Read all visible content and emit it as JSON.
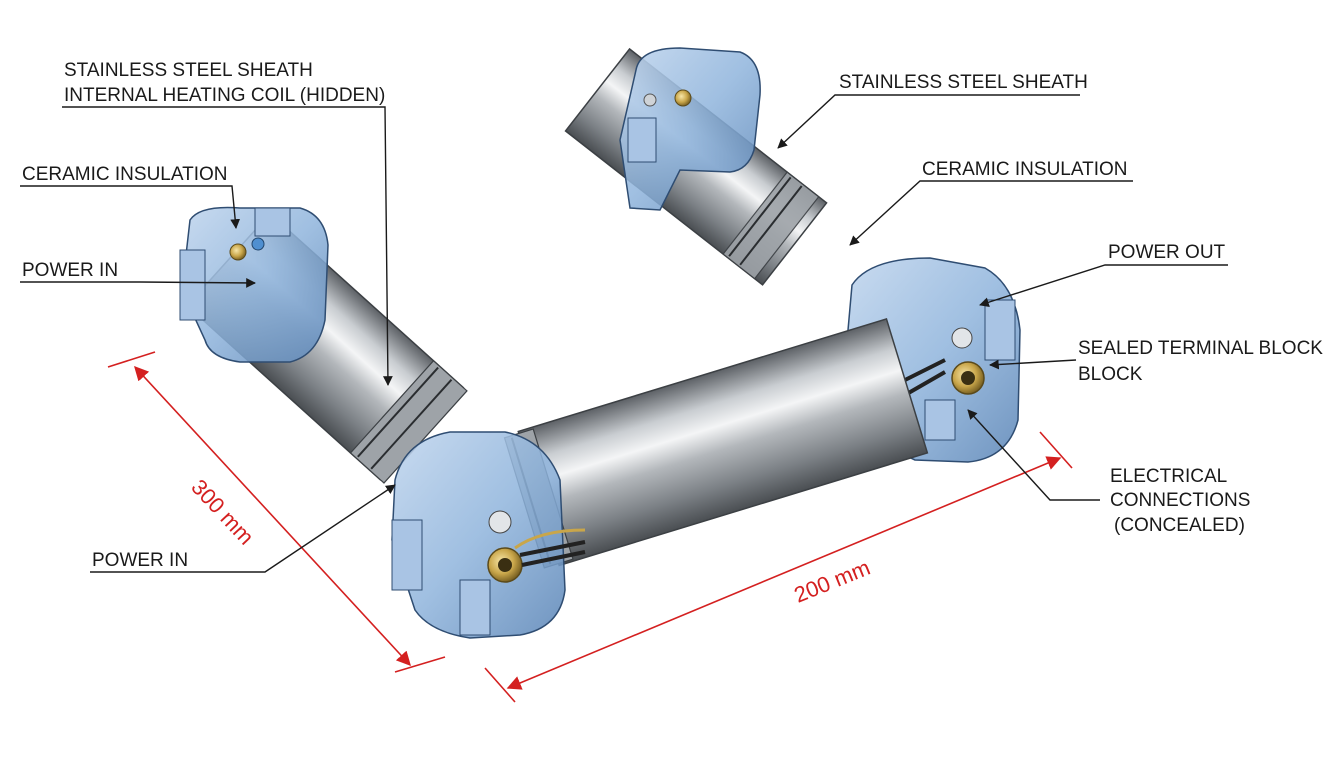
{
  "labels": {
    "stainless_steel_sheath_left": "STAINLESS STEEL SHEATH",
    "internal_heating_coil": "INTERNAL HEATING COIL (HIDDEN)",
    "ceramic_insulation_left": "CERAMIC INSULATION",
    "power_in_upper": "POWER IN",
    "power_in_lower": "POWER IN",
    "stainless_steel_sheath_right": "STAINLESS STEEL SHEATH",
    "ceramic_insulation_right": "CERAMIC INSULATION",
    "power_out": "POWER OUT",
    "sealed_terminal_block_line1": "SEALED TERMINAL BLOCK",
    "sealed_terminal_block_line2": "BLOCK",
    "electrical_connections_line1": "ELECTRICAL",
    "electrical_connections_line2": "CONNECTIONS",
    "electrical_connections_line3": "(CONCEALED)"
  },
  "dimensions": {
    "length_left": "300 mm",
    "length_front": "200 mm"
  },
  "colors": {
    "dimension": "#d42020",
    "leader": "#1a1a1a",
    "steel": "#a9adb1",
    "endcap": "#8fb4dc"
  }
}
